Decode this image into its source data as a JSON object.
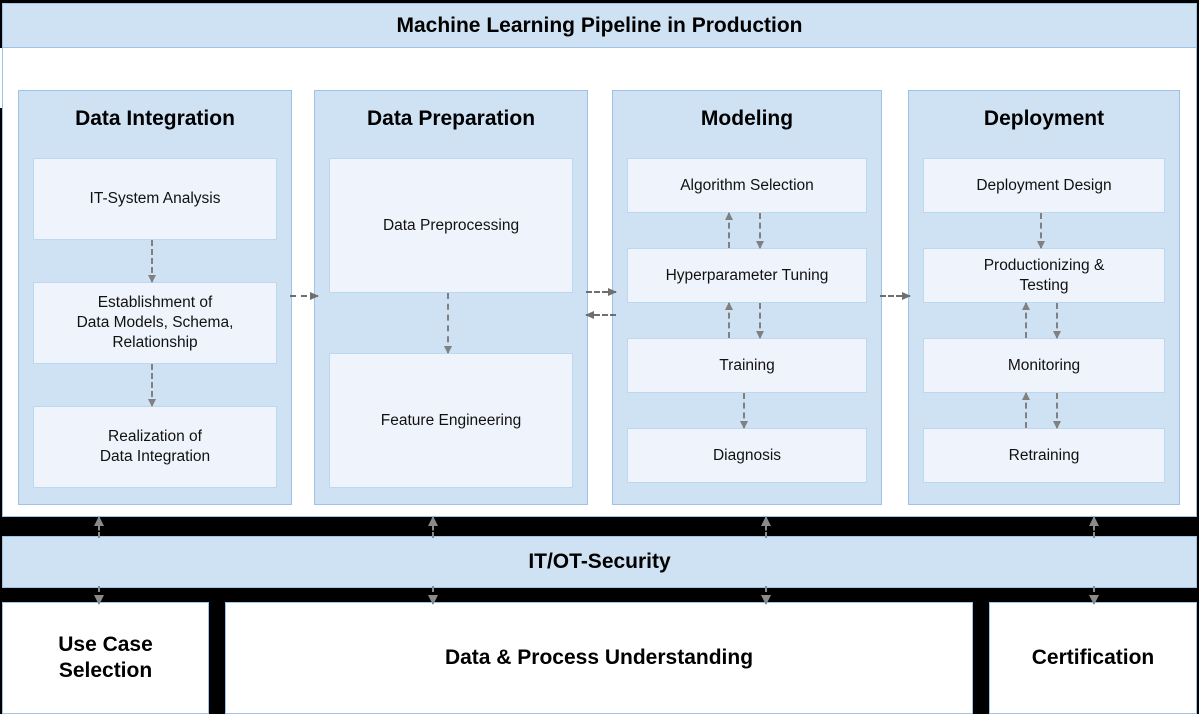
{
  "header": {
    "title": "Machine Learning Pipeline in Production"
  },
  "pipeline": {
    "phases": [
      {
        "id": "data-integration",
        "title": "Data Integration",
        "steps": [
          {
            "label": "IT-System Analysis"
          },
          {
            "label": "Establishment of\nData Models, Schema,\nRelationship"
          },
          {
            "label": "Realization of\nData Integration"
          }
        ]
      },
      {
        "id": "data-preparation",
        "title": "Data Preparation",
        "steps": [
          {
            "label": "Data Preprocessing"
          },
          {
            "label": "Feature Engineering"
          }
        ]
      },
      {
        "id": "modeling",
        "title": "Modeling",
        "steps": [
          {
            "label": "Algorithm Selection"
          },
          {
            "label": "Hyperparameter Tuning"
          },
          {
            "label": "Training"
          },
          {
            "label": "Diagnosis"
          }
        ]
      },
      {
        "id": "deployment",
        "title": "Deployment",
        "steps": [
          {
            "label": "Deployment Design"
          },
          {
            "label": "Productionizing &\nTesting"
          },
          {
            "label": "Monitoring"
          },
          {
            "label": "Retraining"
          }
        ]
      }
    ]
  },
  "security": {
    "label": "IT/OT-Security"
  },
  "foundation": {
    "boxes": [
      {
        "id": "use-case-selection",
        "label": "Use Case\nSelection"
      },
      {
        "id": "data-process-understanding",
        "label": "Data & Process Understanding"
      },
      {
        "id": "certification",
        "label": "Certification"
      }
    ]
  },
  "colors": {
    "band_fill": "#cfe2f3",
    "band_border": "#9dc3e6",
    "step_fill": "#eff3fb",
    "step_border": "#bdd7ee",
    "arrow": "#808080",
    "panel": "#ffffff",
    "backdrop": "#000000"
  }
}
